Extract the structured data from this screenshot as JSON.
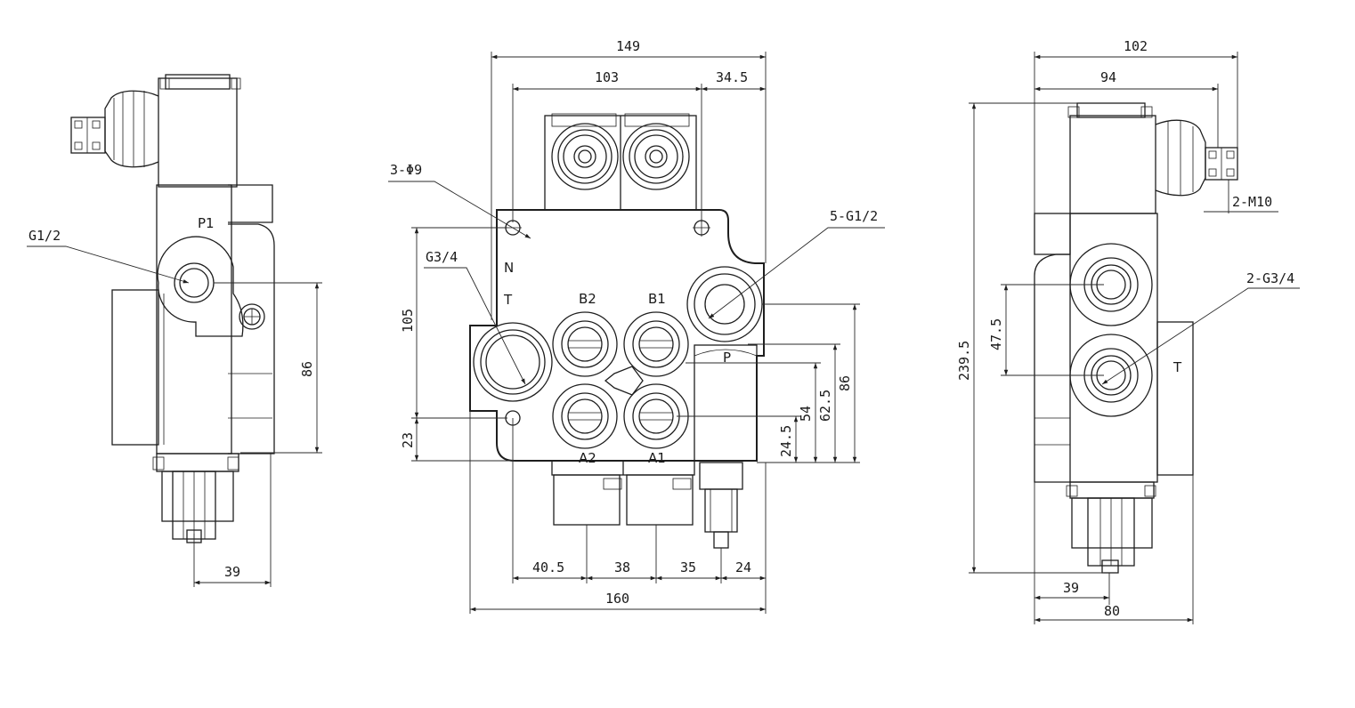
{
  "left_view": {
    "labels": {
      "port_p1": "P1",
      "thread_g12": "G1/2"
    },
    "dims": {
      "d86": "86",
      "d39": "39"
    }
  },
  "middle_view": {
    "labels": {
      "holes": "3-Φ9",
      "thread_g34": "G3/4",
      "threads_5g12": "5-G1/2",
      "port_n": "N",
      "port_t": "T",
      "port_b2": "B2",
      "port_b1": "B1",
      "port_p": "P",
      "port_a2": "A2",
      "port_a1": "A1"
    },
    "dims": {
      "d149": "149",
      "d103": "103",
      "d34_5": "34.5",
      "d105": "105",
      "d23": "23",
      "d24_5": "24.5",
      "d54": "54",
      "d62_5": "62.5",
      "d86": "86",
      "d40_5": "40.5",
      "d38": "38",
      "d35": "35",
      "d24": "24",
      "d160": "160"
    }
  },
  "right_view": {
    "labels": {
      "m10": "2-M10",
      "threads_2g34": "2-G3/4",
      "port_t": "T"
    },
    "dims": {
      "d102": "102",
      "d94": "94",
      "d47_5": "47.5",
      "d239_5": "239.5",
      "d39": "39",
      "d80": "80"
    }
  }
}
